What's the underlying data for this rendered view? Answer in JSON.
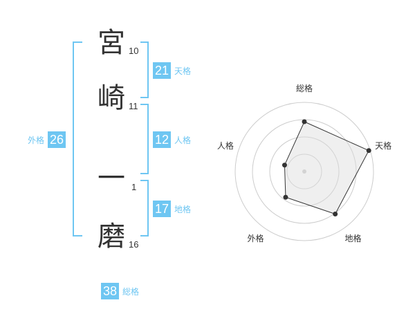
{
  "name": {
    "chars": [
      {
        "char": "宮",
        "strokes": "10"
      },
      {
        "char": "崎",
        "strokes": "11"
      },
      {
        "char": "一",
        "strokes": "1"
      },
      {
        "char": "磨",
        "strokes": "16"
      }
    ]
  },
  "fortunes": {
    "tenkaku": {
      "label": "天格",
      "value": "21"
    },
    "jinkaku": {
      "label": "人格",
      "value": "12"
    },
    "chikaku": {
      "label": "地格",
      "value": "17"
    },
    "gaikaku": {
      "label": "外格",
      "value": "26"
    },
    "soukaku": {
      "label": "総格",
      "value": "38"
    }
  },
  "colors": {
    "accent": "#6ec6f2",
    "text": "#333333"
  },
  "chart_data": {
    "type": "radar",
    "axes": [
      "総格",
      "天格",
      "地格",
      "外格",
      "人格"
    ],
    "values": [
      0.72,
      0.98,
      0.76,
      0.46,
      0.3
    ],
    "rings": 4,
    "range": [
      0,
      1
    ]
  }
}
